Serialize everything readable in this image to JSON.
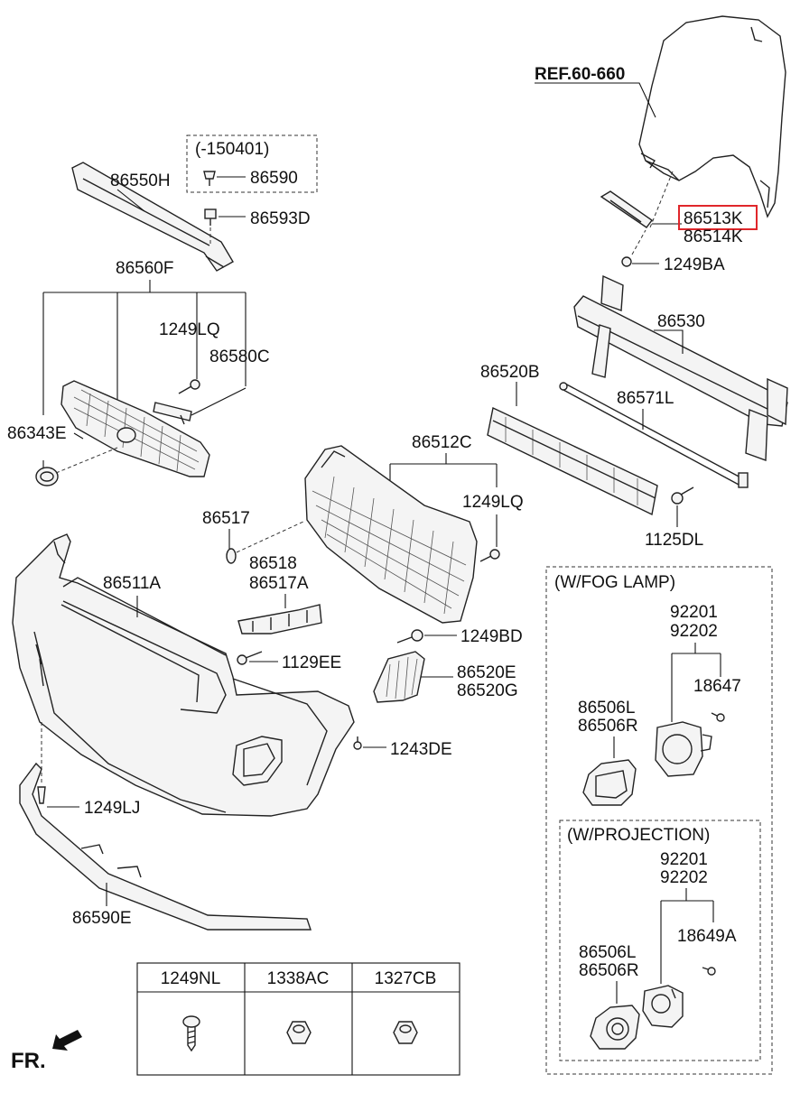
{
  "ref_label": "REF.60-660",
  "direction_label": "FR.",
  "highlighted_part": "86513K",
  "labels": {
    "p86550H": "86550H",
    "period": "(-150401)",
    "p86590": "86590",
    "p86593D": "86593D",
    "p86560F": "86560F",
    "p1249LQ_a": "1249LQ",
    "p86580C": "86580C",
    "p86343E": "86343E",
    "p86513K": "86513K",
    "p86514K": "86514K",
    "p1249BA": "1249BA",
    "p86530": "86530",
    "p86520B": "86520B",
    "p86571L": "86571L",
    "p1125DL": "1125DL",
    "p86512C": "86512C",
    "p1249LQ_b": "1249LQ",
    "p86517": "86517",
    "p86518": "86518",
    "p86517A": "86517A",
    "p86511A": "86511A",
    "p1249BD": "1249BD",
    "p1129EE": "1129EE",
    "p86520E": "86520E",
    "p86520G": "86520G",
    "p1243DE": "1243DE",
    "p1249LJ": "1249LJ",
    "p86590E": "86590E"
  },
  "fog_lamp": {
    "title": "(W/FOG LAMP)",
    "p92201": "92201",
    "p92202": "92202",
    "p18647": "18647",
    "p86506L": "86506L",
    "p86506R": "86506R"
  },
  "projection": {
    "title": "(W/PROJECTION)",
    "p92201": "92201",
    "p92202": "92202",
    "p18649A": "18649A",
    "p86506L": "86506L",
    "p86506R": "86506R"
  },
  "fastener_table": {
    "headers": [
      "1249NL",
      "1338AC",
      "1327CB"
    ]
  }
}
